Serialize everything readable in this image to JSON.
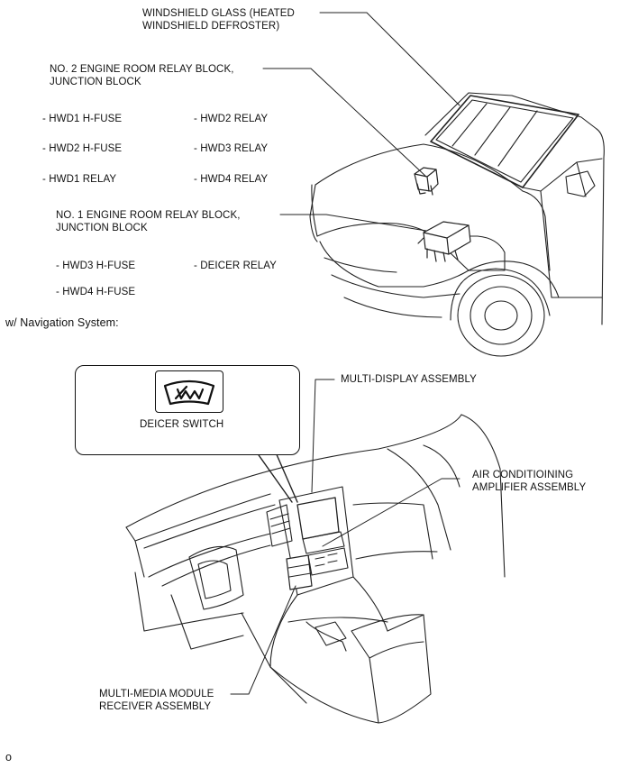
{
  "labels": {
    "windshield_glass": "WINDSHIELD GLASS (HEATED\nWINDSHIELD DEFROSTER)",
    "no2_block": "NO. 2 ENGINE ROOM RELAY BLOCK,\nJUNCTION BLOCK",
    "no2_items": [
      "- HWD1 H-FUSE",
      "- HWD2 H-FUSE",
      "- HWD1 RELAY",
      "- HWD2 RELAY",
      "- HWD3 RELAY",
      "- HWD4 RELAY"
    ],
    "no1_block": "NO. 1 ENGINE ROOM RELAY BLOCK,\nJUNCTION BLOCK",
    "no1_items": [
      "- HWD3 H-FUSE",
      "- HWD4 H-FUSE",
      "- DEICER RELAY"
    ],
    "nav_heading": "w/ Navigation System:",
    "deicer_switch": "DEICER SWITCH",
    "multi_display": "MULTI-DISPLAY ASSEMBLY",
    "air_cond": "AIR CONDITIOINING\nAMPLIFIER ASSEMBLY",
    "multimedia": "MULTI-MEDIA MODULE\nRECEIVER ASSEMBLY",
    "footer_code": "o"
  },
  "icons": {
    "deicer_switch_icon": "heated-windshield-icon",
    "relay_block_icon": "relay-block-icon"
  }
}
